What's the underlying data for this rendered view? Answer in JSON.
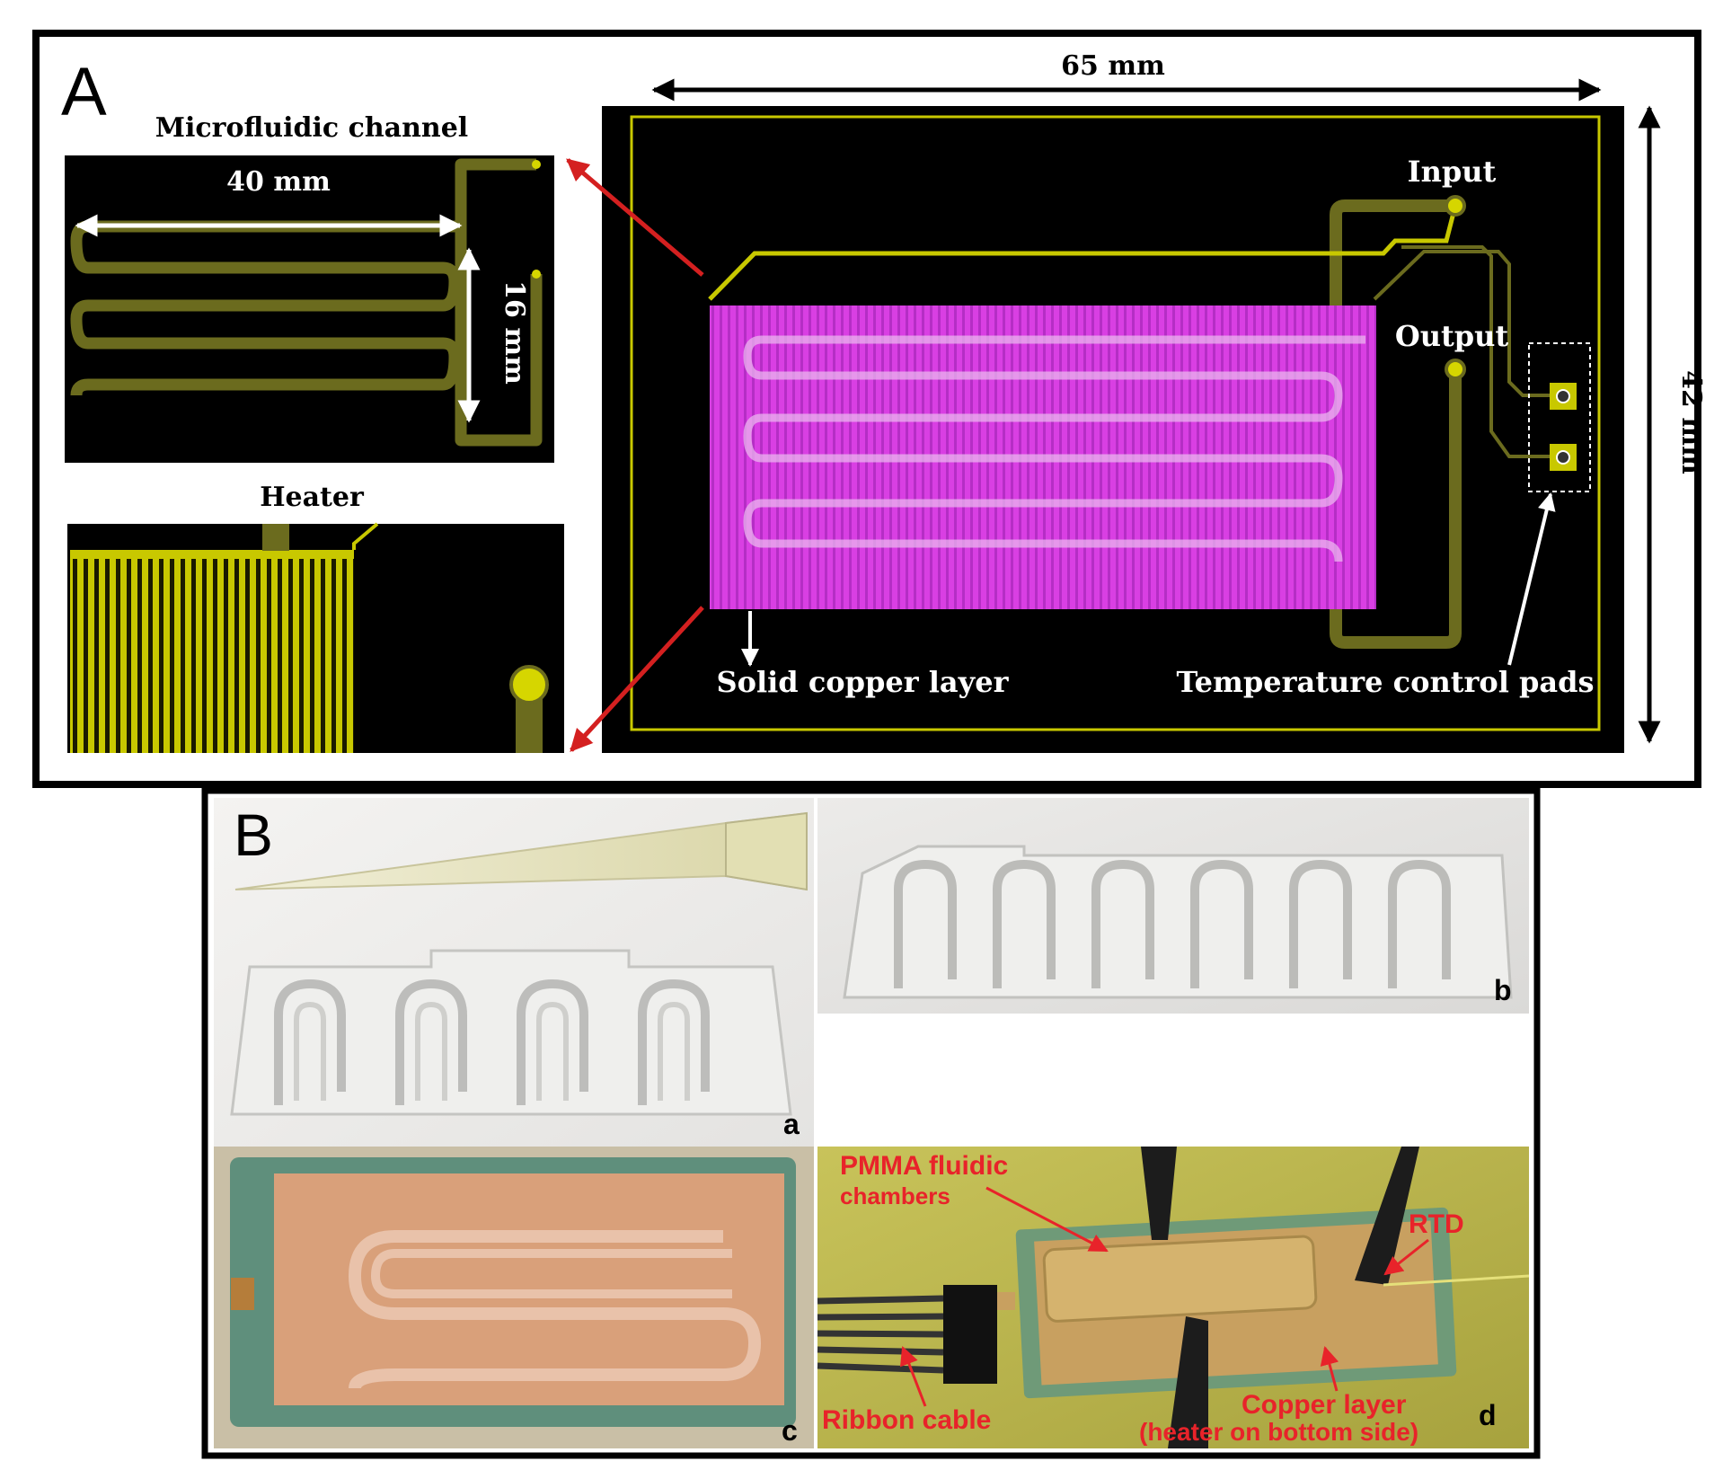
{
  "panel_a": {
    "label": "A",
    "microfluidic": {
      "title": "Microfluidic channel",
      "width_dim": "40 mm",
      "height_dim": "16 mm"
    },
    "heater": {
      "title": "Heater"
    },
    "board": {
      "width_dim": "65 mm",
      "height_dim": "42 mm",
      "input_label": "Input",
      "output_label": "Output",
      "copper_label": "Solid copper layer",
      "pads_label": "Temperature control pads"
    }
  },
  "panel_b": {
    "label": "B",
    "sub_a": "a",
    "sub_b": "b",
    "sub_c": "c",
    "sub_d": "d",
    "annotations": {
      "pmma_line1": "PMMA fluidic",
      "pmma_line2": "chambers",
      "rtd": "RTD",
      "ribbon": "Ribbon cable",
      "copper_line1": "Copper layer",
      "copper_line2": "(heater on bottom side)"
    }
  },
  "colors": {
    "board_black": "#000000",
    "trace_yellow": "#c8c800",
    "channel_olive": "#6b6b1e",
    "heater_magenta": "#d63fe0",
    "arrow_red": "#d42020",
    "annotation_red": "#e8232a",
    "copper": "#d9a07a",
    "pcb_green": "#5f8f7c"
  }
}
